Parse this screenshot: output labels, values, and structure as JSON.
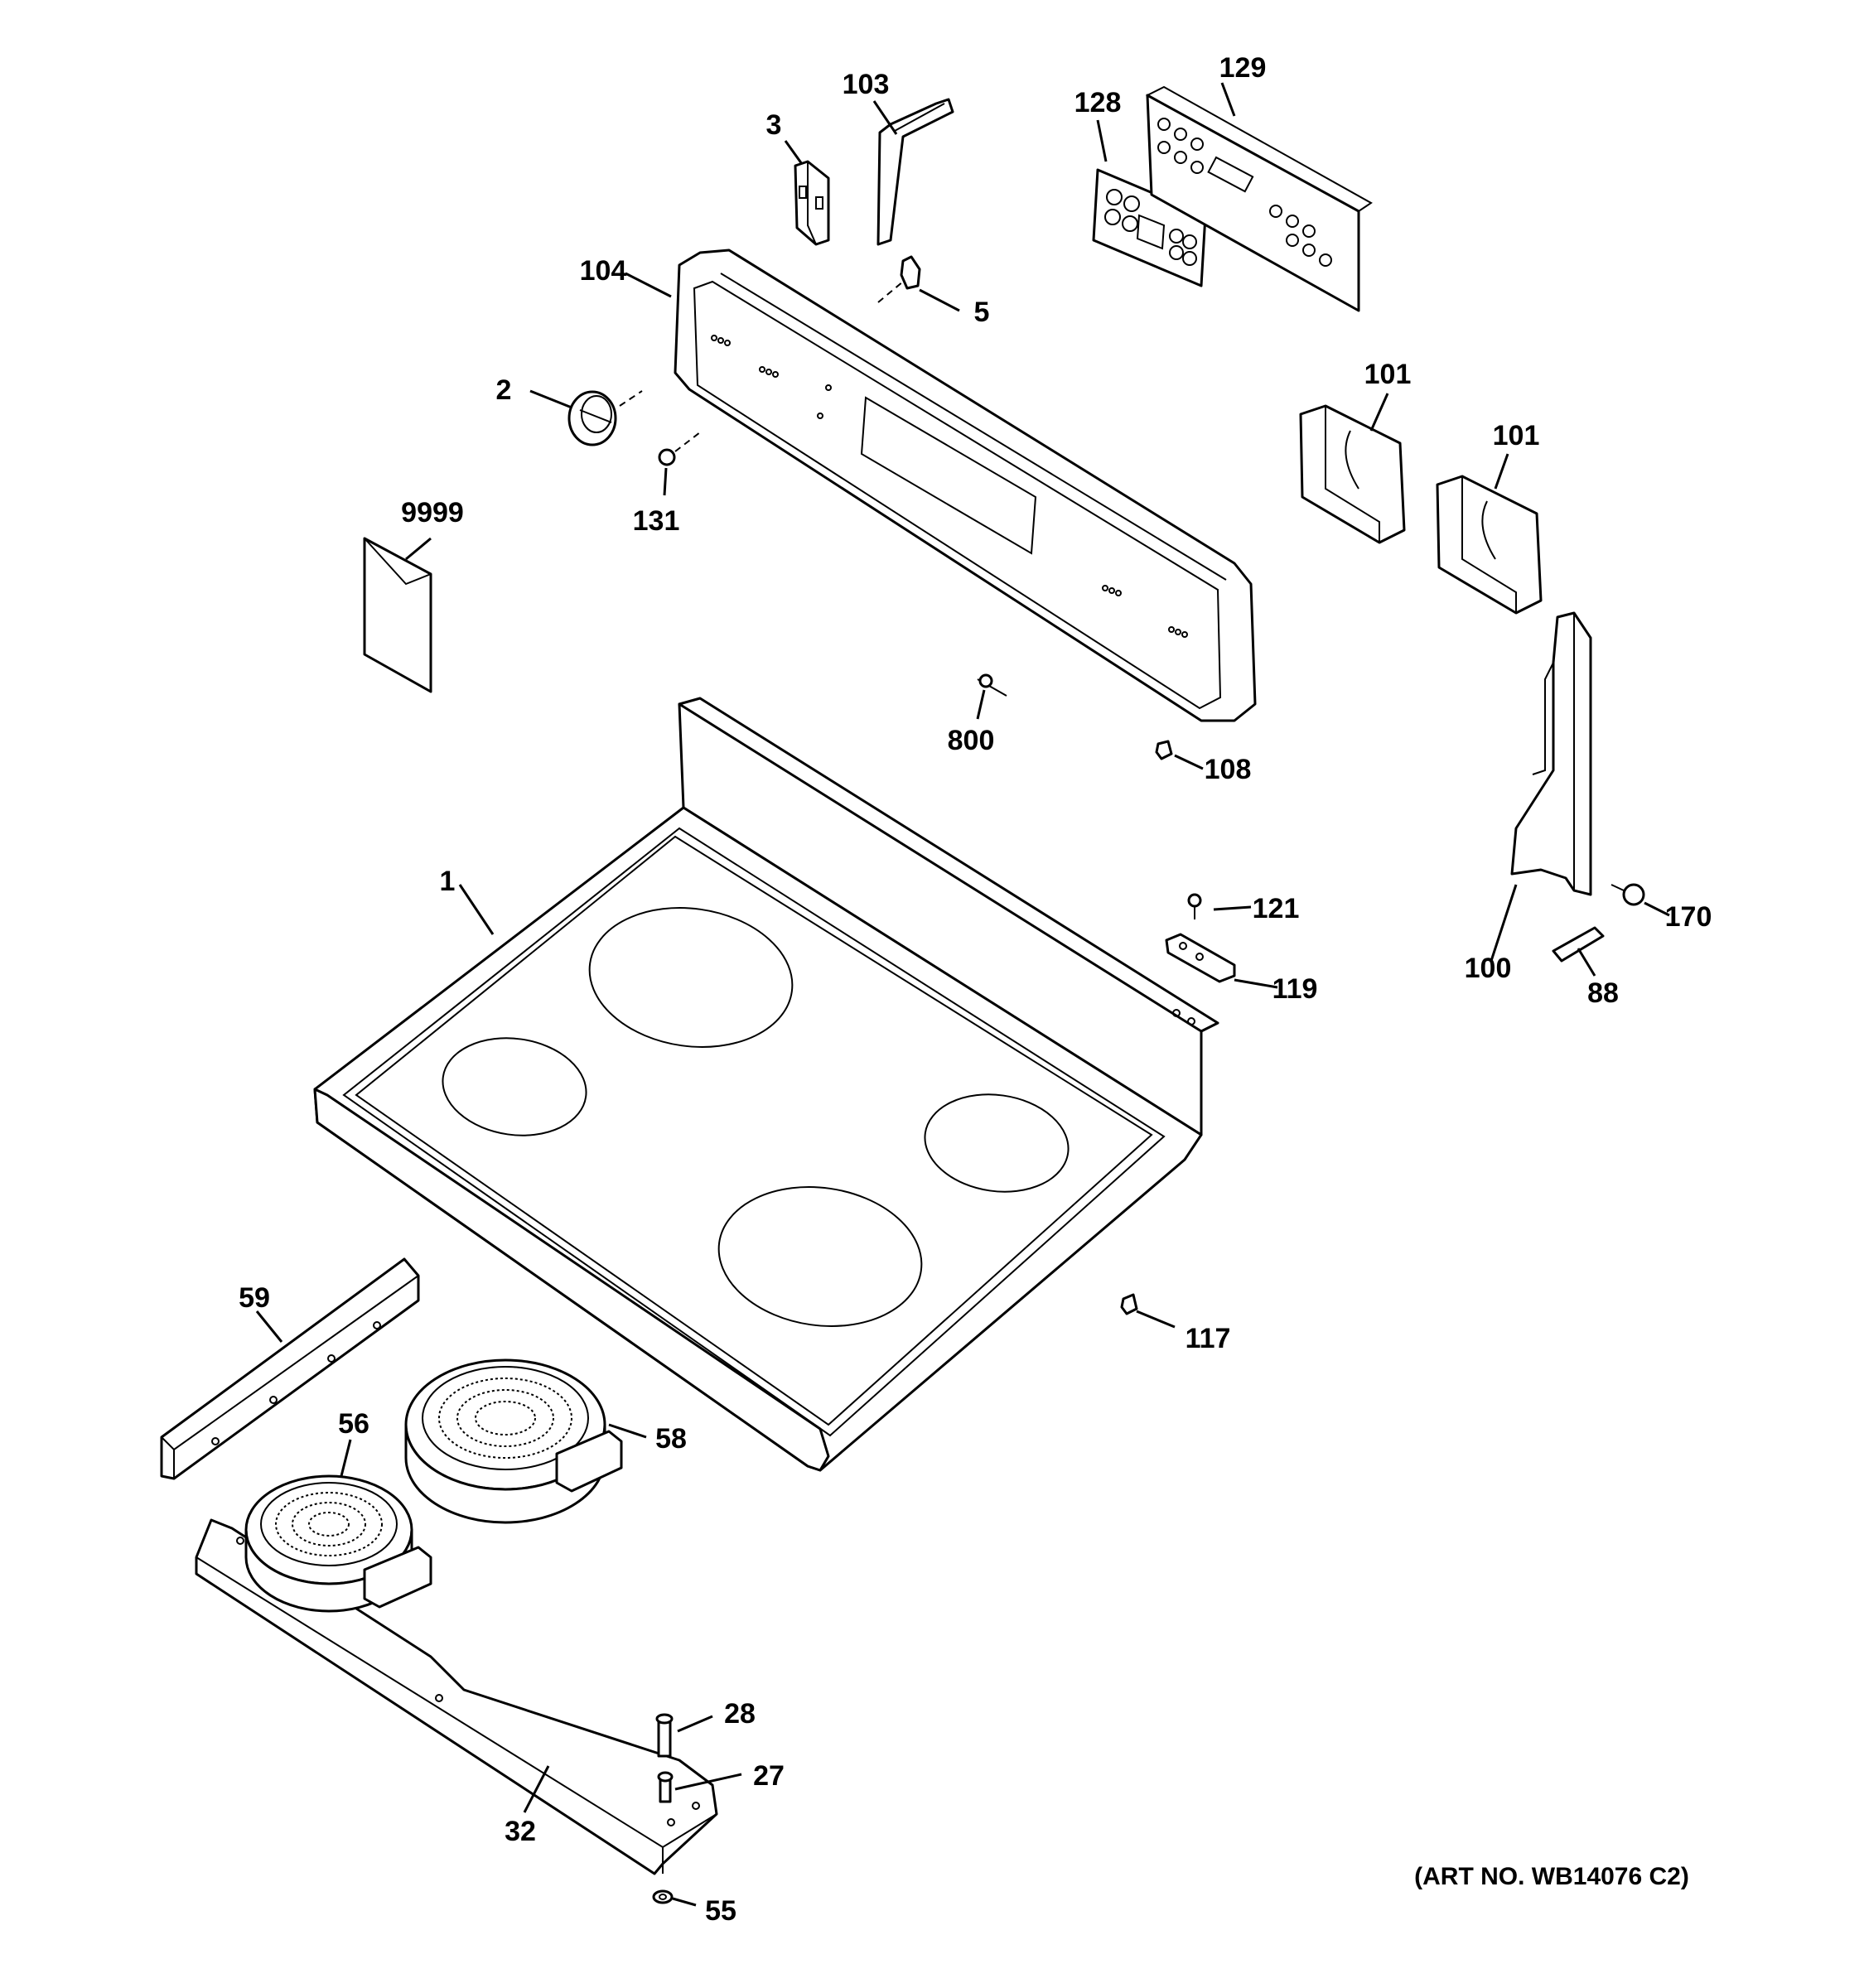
{
  "diagram": {
    "callouts": {
      "p3": "3",
      "p103": "103",
      "p128": "128",
      "p129": "129",
      "p104": "104",
      "p5": "5",
      "p2": "2",
      "p131": "131",
      "p101a": "101",
      "p101b": "101",
      "p9999": "9999",
      "p800": "800",
      "p108": "108",
      "p1": "1",
      "p121": "121",
      "p119": "119",
      "p170": "170",
      "p100": "100",
      "p88": "88",
      "p59": "59",
      "p117": "117",
      "p56": "56",
      "p58": "58",
      "p28": "28",
      "p27": "27",
      "p32": "32",
      "p55": "55"
    },
    "art_number": "(ART NO. WB14076 C2)"
  }
}
